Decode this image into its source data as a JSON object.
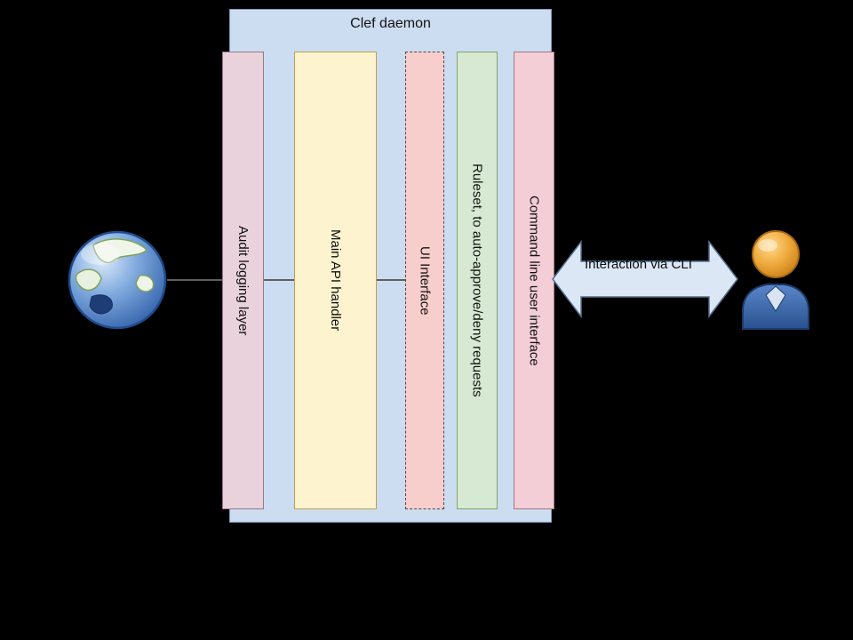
{
  "diagram": {
    "container": {
      "label": "Clef daemon",
      "fill": "#cdddf1"
    },
    "bars": [
      {
        "label": "Audit logging layer",
        "fill": "#e9d2dc",
        "border": "solid"
      },
      {
        "label": "Main API handler",
        "fill": "#fdf3cf",
        "border": "solid"
      },
      {
        "label": "UI Interface",
        "fill": "#f8cecc",
        "border": "dashed"
      },
      {
        "label": "Ruleset, to auto-approve/deny requests",
        "fill": "#d7e9d2",
        "border": "solid"
      },
      {
        "label": "Command line user interface",
        "fill": "#f3ced6",
        "border": "solid"
      }
    ],
    "arrow": {
      "label": "Interaction via CLI",
      "fill": "#dce7f5"
    },
    "icons": {
      "left": "globe-icon",
      "right": "user-icon"
    },
    "colors": {
      "background": "#000000",
      "connector": "#5f5f5f"
    }
  }
}
